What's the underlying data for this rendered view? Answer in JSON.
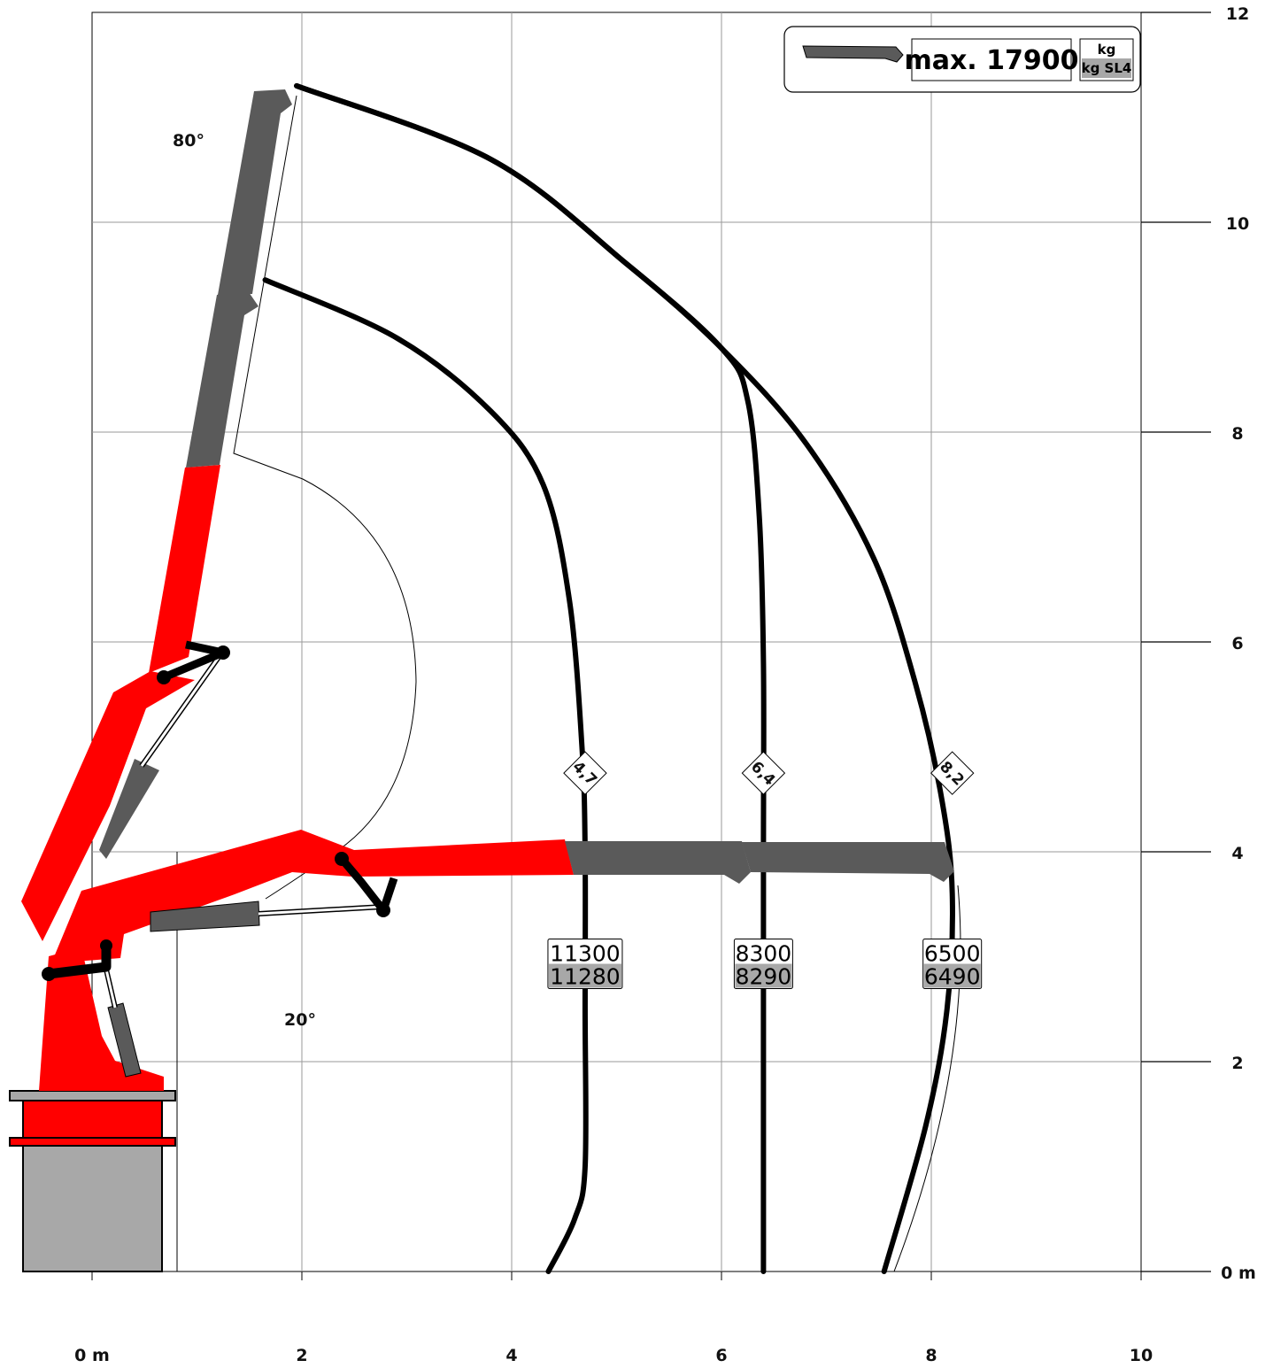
{
  "x_axis": {
    "ticks": [
      "0 m",
      "2",
      "4",
      "6",
      "8",
      "10"
    ],
    "range": [
      0,
      10
    ]
  },
  "y_axis": {
    "ticks": [
      "0 m",
      "2",
      "4",
      "6",
      "8",
      "10",
      "12"
    ],
    "range": [
      0,
      12
    ]
  },
  "angles": {
    "upper": "80°",
    "lower": "20°"
  },
  "legend": {
    "max_label": "max. 17900",
    "unit_primary": "kg",
    "unit_secondary": "kg SL4"
  },
  "colors": {
    "boom_red": "#ff0000",
    "extension_gray": "#5a5a5a",
    "base_gray": "#a8a8a8",
    "curve": "#000000",
    "grid": "#9a9a9a"
  },
  "chart_data": {
    "type": "line",
    "xlim": [
      0,
      10
    ],
    "ylim": [
      0,
      12
    ],
    "grid": true,
    "legend_position": "top-right",
    "series": [
      {
        "name": "4,7",
        "reach_m": 4.7,
        "load_kg": "11300",
        "load_kg_sl4": "11280",
        "points": [
          [
            1.65,
            9.45
          ],
          [
            2.9,
            8.9
          ],
          [
            3.8,
            8.2
          ],
          [
            4.3,
            7.5
          ],
          [
            4.55,
            6.4
          ],
          [
            4.67,
            5.0
          ],
          [
            4.7,
            4.0
          ],
          [
            4.7,
            2.5
          ],
          [
            4.7,
            1.0
          ],
          [
            4.6,
            0.5
          ],
          [
            4.35,
            0.0
          ]
        ]
      },
      {
        "name": "6,4",
        "reach_m": 6.4,
        "load_kg": "8300",
        "load_kg_sl4": "8290",
        "points": [
          [
            1.95,
            11.3
          ],
          [
            3.8,
            10.6
          ],
          [
            5.1,
            9.6
          ],
          [
            6.0,
            8.8
          ],
          [
            6.25,
            8.3
          ],
          [
            6.36,
            7.2
          ],
          [
            6.4,
            5.8
          ],
          [
            6.4,
            4.0
          ],
          [
            6.4,
            2.0
          ],
          [
            6.4,
            0.0
          ]
        ]
      },
      {
        "name": "8,2",
        "reach_m": 8.2,
        "load_kg": "6500",
        "load_kg_sl4": "6490",
        "points": [
          [
            1.95,
            11.3
          ],
          [
            3.8,
            10.6
          ],
          [
            5.1,
            9.6
          ],
          [
            6.0,
            8.8
          ],
          [
            6.8,
            7.9
          ],
          [
            7.45,
            6.8
          ],
          [
            7.85,
            5.6
          ],
          [
            8.1,
            4.5
          ],
          [
            8.2,
            3.6
          ],
          [
            8.15,
            2.5
          ],
          [
            7.95,
            1.4
          ],
          [
            7.55,
            0.0
          ]
        ]
      }
    ]
  }
}
